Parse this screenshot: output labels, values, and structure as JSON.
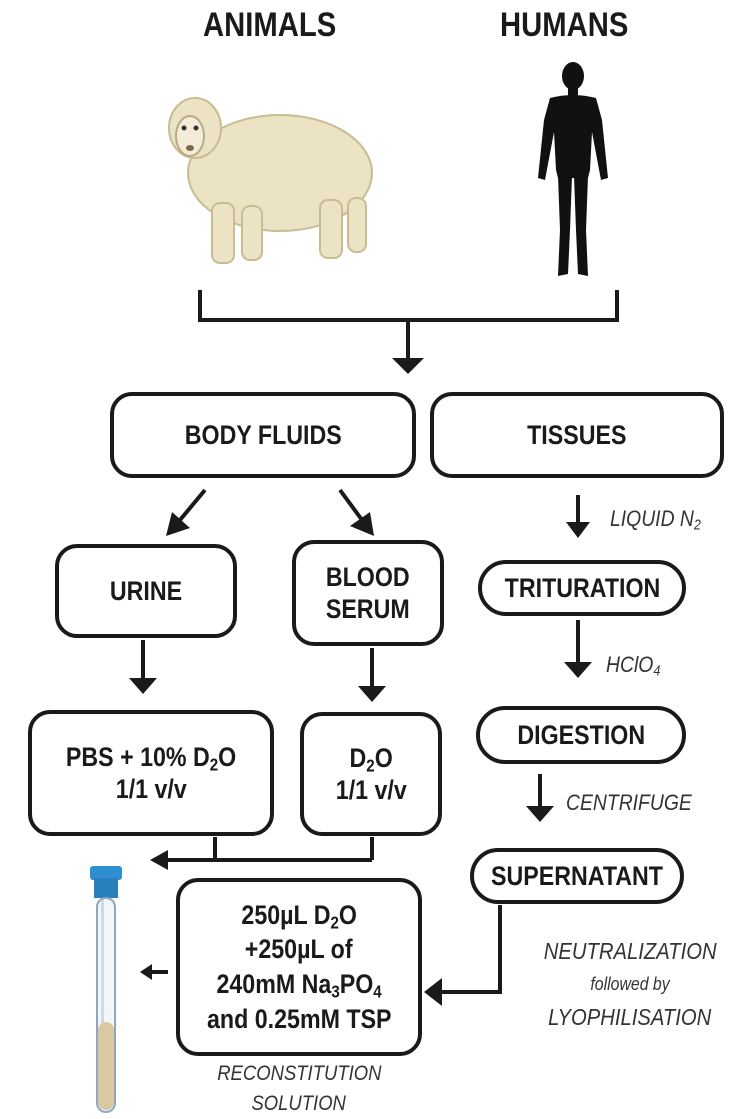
{
  "headers": {
    "animals": "ANIMALS",
    "humans": "HUMANS"
  },
  "icons": {
    "animal": "sheep-icon",
    "human": "human-silhouette-icon",
    "tube": "nmr-tube-icon"
  },
  "boxes": {
    "body_fluids": "BODY FLUIDS",
    "tissues": "TISSUES",
    "urine": "URINE",
    "blood_serum_line1": "BLOOD",
    "blood_serum_line2": "SERUM",
    "pbs_line1_a": "PBS + 10% D",
    "pbs_line1_sub": "2",
    "pbs_line1_b": "O",
    "pbs_line2": "1/1 v/v",
    "d2o_line1_a": "D",
    "d2o_line1_sub": "2",
    "d2o_line1_b": "O",
    "d2o_line2": "1/1 v/v",
    "trituration": "TRITURATION",
    "digestion": "DIGESTION",
    "supernatant": "SUPERNATANT",
    "recon_line1_a": "250µL D",
    "recon_line1_sub": "2",
    "recon_line1_b": "O",
    "recon_line2": "+250µL of",
    "recon_line3_a": "240mM Na",
    "recon_line3_sub1": "3",
    "recon_line3_b": "PO",
    "recon_line3_sub2": "4",
    "recon_line4": "and 0.25mM TSP"
  },
  "labels": {
    "liquid_n2_a": "LIQUID N",
    "liquid_n2_sub": "2",
    "hclo4_a": "HClO",
    "hclo4_sub": "4",
    "centrifuge": "CENTRIFUGE",
    "neutralization": "NEUTRALIZATION",
    "followed_by": "followed by",
    "lyophilisation": "LYOPHILISATION",
    "reconstitution": "RECONSTITUTION",
    "solution": "SOLUTION"
  },
  "colors": {
    "sheep_wool": "#ece2c4",
    "silhouette": "#111111",
    "tube_cap": "#2e8fd0",
    "tube_fill": "#d9c8a2"
  }
}
